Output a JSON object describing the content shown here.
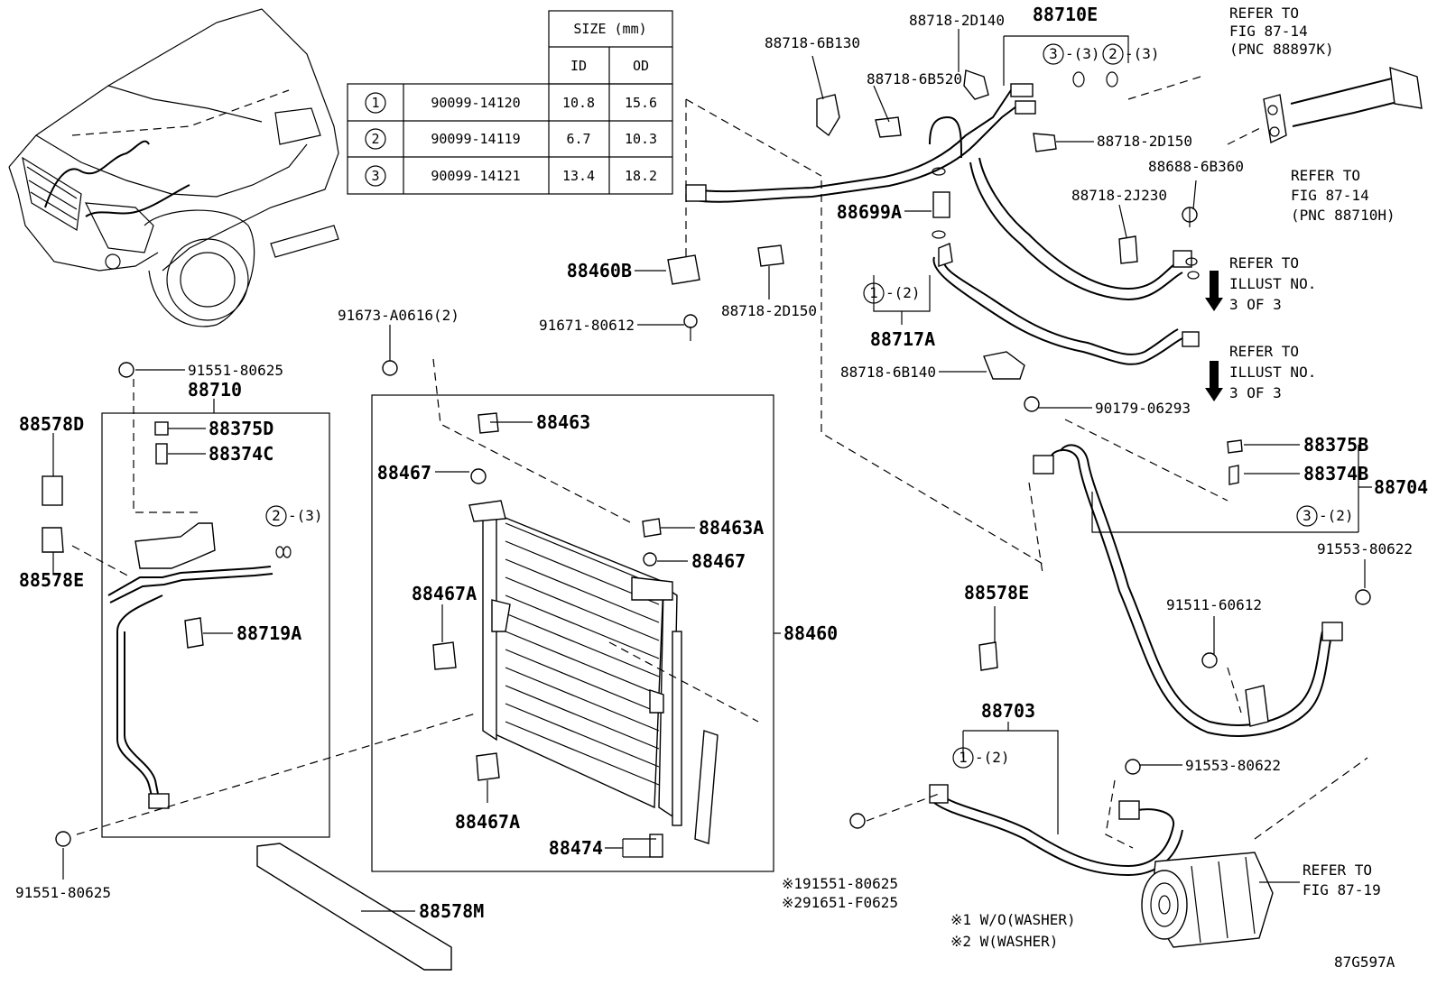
{
  "size_table": {
    "size_header": "SIZE (mm)",
    "id_header": "ID",
    "od_header": "OD",
    "rows": [
      {
        "num": "1",
        "part": "90099-14120",
        "id": "10.8",
        "od": "15.6"
      },
      {
        "num": "2",
        "part": "90099-14119",
        "id": "6.7",
        "od": "10.3"
      },
      {
        "num": "3",
        "part": "90099-14121",
        "id": "13.4",
        "od": "18.2"
      }
    ]
  },
  "labels": {
    "p88718_6B130": "88718-6B130",
    "p88718_2D140": "88718-2D140",
    "p88710E": "88710E",
    "p88718_6B520": "88718-6B520",
    "oring3_qty": "-(3)",
    "oring2_qty": "-(3)",
    "p88718_2D150_top": "88718-2D150",
    "p88688_6B360": "88688-6B360",
    "p88718_2J230": "88718-2J230",
    "p88699A": "88699A",
    "p88460B": "88460B",
    "p88718_2D150_mid": "88718-2D150",
    "p91671_80612": "91671-80612",
    "p91673_A0616": "91673-A0616(2)",
    "oring1_qty_88717A": "-(2)",
    "p88717A": "88717A",
    "p88718_6B140": "88718-6B140",
    "p91551_80625_top": "91551-80625",
    "p88710": "88710",
    "p88578D": "88578D",
    "p88375D": "88375D",
    "p88374C": "88374C",
    "oring2_qty_left": "-(3)",
    "p88578E_left": "88578E",
    "p88719A": "88719A",
    "p91551_80625_bottom": "91551-80625",
    "p88463": "88463",
    "p88467_top": "88467",
    "p88463A": "88463A",
    "p88467_mid": "88467",
    "p88467A_upper": "88467A",
    "p88460": "88460",
    "p88467A_lower": "88467A",
    "p88474": "88474",
    "p88578M": "88578M",
    "p90179_06293": "90179-06293",
    "p88375B": "88375B",
    "p88374B": "88374B",
    "p88704": "88704",
    "oring3_qty_88704": "-(2)",
    "p91553_80622_top": "91553-80622",
    "p88578E_right": "88578E",
    "p91511_60612": "91511-60612",
    "p88703": "88703",
    "oring1_qty_88703": "-(2)",
    "p91553_80622_mid": "91553-80622",
    "note_bolt1": "※191551-80625",
    "note_bolt2": "※291651-F0625",
    "note1": "※1 W/O(WASHER)",
    "note2": "※2 W(WASHER)",
    "figure_code": "87G597A"
  },
  "references": {
    "ref_top_right": [
      "REFER TO",
      "FIG 87-14",
      "(PNC 88897K)"
    ],
    "ref_mid_right": [
      "REFER TO",
      "FIG 87-14",
      "(PNC 88710H)"
    ],
    "ref_illust_1": [
      "REFER TO",
      "ILLUST NO.",
      "3 OF 3"
    ],
    "ref_illust_2": [
      "REFER TO",
      "ILLUST NO.",
      "3 OF 3"
    ],
    "ref_fig_87_19": [
      "REFER TO",
      "FIG 87-19"
    ]
  },
  "callout_numbers": {
    "one": "1",
    "two": "2",
    "three": "3"
  }
}
